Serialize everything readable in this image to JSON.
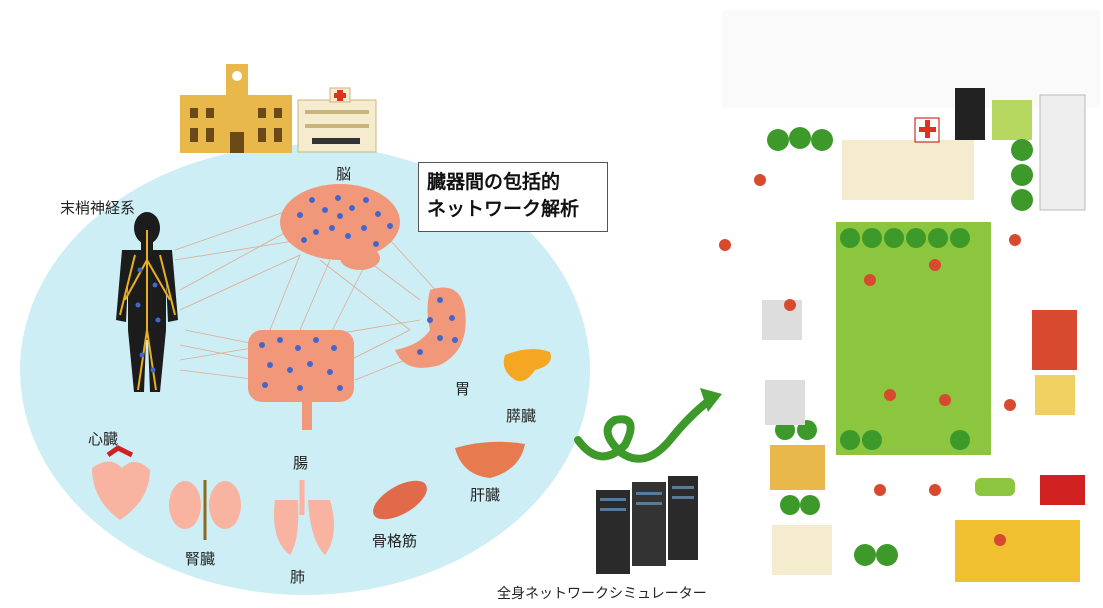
{
  "title": {
    "line1": "臓器間の包括的",
    "line2": "ネットワーク解析"
  },
  "organs": {
    "peripheral_nerve": "末梢神経系",
    "brain": "脳",
    "stomach": "胃",
    "pancreas": "膵臓",
    "heart": "心臓",
    "intestine": "腸",
    "liver": "肝臓",
    "kidney": "腎臓",
    "lung": "肺",
    "skeletal_muscle": "骨格筋"
  },
  "simulator_caption": "全身ネットワークシミュレーター",
  "colors": {
    "oval": "#cdeef4",
    "organ": "#f2987a",
    "node": "#4466cc",
    "nerve": "#e8b020",
    "arrow": "#3d9a2a",
    "park": "#8cc63f"
  }
}
